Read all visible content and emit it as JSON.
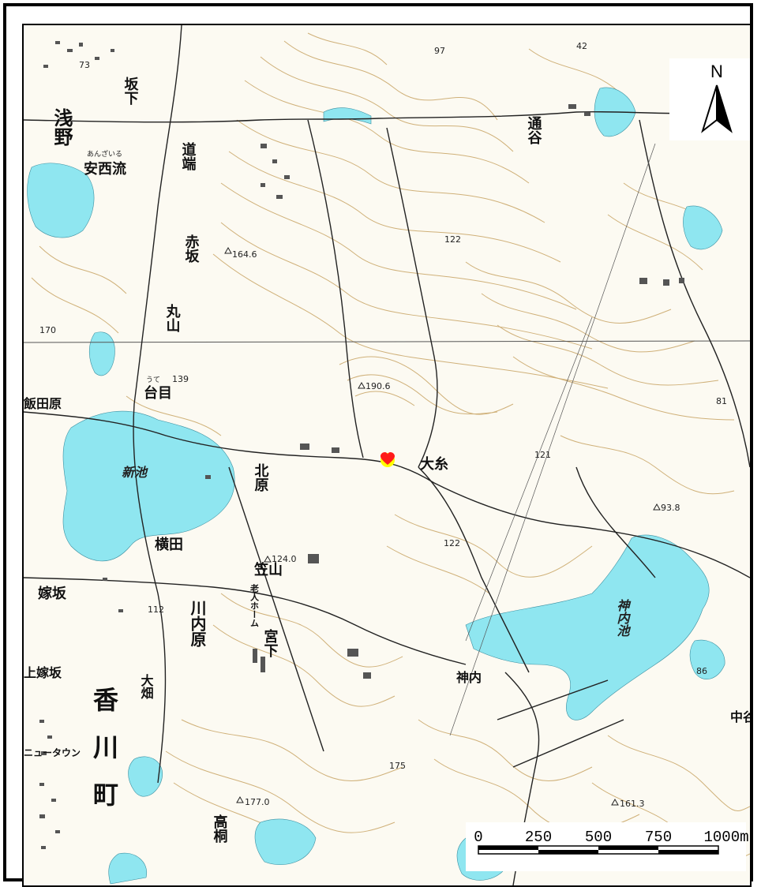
{
  "map": {
    "north_label": "N",
    "scale_bar": {
      "ticks": [
        "0",
        "250",
        "500",
        "750",
        "1000m"
      ]
    },
    "marker": {
      "type": "heart",
      "color": "#ff1a1a",
      "halo_color": "#ffff00"
    },
    "colors": {
      "water": "#8fe6f0",
      "land": "#fcfaf2",
      "contour": "#c8a464",
      "road": "#222222"
    },
    "places": [
      {
        "id": "asano",
        "text": "浅野"
      },
      {
        "id": "sakashita",
        "text": "坂下"
      },
      {
        "id": "anzairu",
        "text": "安西流",
        "ruby": "あんざいる"
      },
      {
        "id": "michibata",
        "text": "道端"
      },
      {
        "id": "akasaka",
        "text": "赤坂"
      },
      {
        "id": "maruyama",
        "text": "丸山"
      },
      {
        "id": "daime",
        "text": "台目",
        "ruby": "うて"
      },
      {
        "id": "iidabara",
        "text": "飯田原"
      },
      {
        "id": "kitahara",
        "text": "北原"
      },
      {
        "id": "ooito",
        "text": "大糸"
      },
      {
        "id": "tsuudani",
        "text": "通谷"
      },
      {
        "id": "yokota",
        "text": "横田"
      },
      {
        "id": "kasayama",
        "text": "笠山"
      },
      {
        "id": "rojinhome",
        "text": "老人ホーム"
      },
      {
        "id": "yomesaka",
        "text": "嫁坂"
      },
      {
        "id": "kawauchihara",
        "text": "川内原"
      },
      {
        "id": "miyashita",
        "text": "宮下"
      },
      {
        "id": "kamiyomesaka",
        "text": "上嫁坂"
      },
      {
        "id": "oobata",
        "text": "大畑"
      },
      {
        "id": "kounouchi",
        "text": "神内"
      },
      {
        "id": "kagawacho",
        "text": "香川町"
      },
      {
        "id": "newtown",
        "text": "ニュータウン"
      },
      {
        "id": "takagiri",
        "text": "高桐"
      },
      {
        "id": "naka",
        "text": "中谷"
      }
    ],
    "waters": [
      {
        "id": "shinike",
        "text": "新池"
      },
      {
        "id": "kounouchiike",
        "text": "神内池"
      }
    ],
    "elevations": [
      {
        "id": "e97",
        "text": "97"
      },
      {
        "id": "e73",
        "text": "73"
      },
      {
        "id": "e42",
        "text": "42"
      },
      {
        "id": "e122n",
        "text": "122"
      },
      {
        "id": "e164",
        "text": "164.6"
      },
      {
        "id": "e170",
        "text": "170"
      },
      {
        "id": "e139",
        "text": "139"
      },
      {
        "id": "e190",
        "text": "190.6"
      },
      {
        "id": "e81",
        "text": "81"
      },
      {
        "id": "e121",
        "text": "121"
      },
      {
        "id": "e93",
        "text": "93.8"
      },
      {
        "id": "e122s",
        "text": "122"
      },
      {
        "id": "e124",
        "text": "124.0"
      },
      {
        "id": "e112",
        "text": "112"
      },
      {
        "id": "e86",
        "text": "86"
      },
      {
        "id": "e175",
        "text": "175"
      },
      {
        "id": "e177",
        "text": "177.0"
      },
      {
        "id": "e161",
        "text": "161.3"
      }
    ]
  }
}
